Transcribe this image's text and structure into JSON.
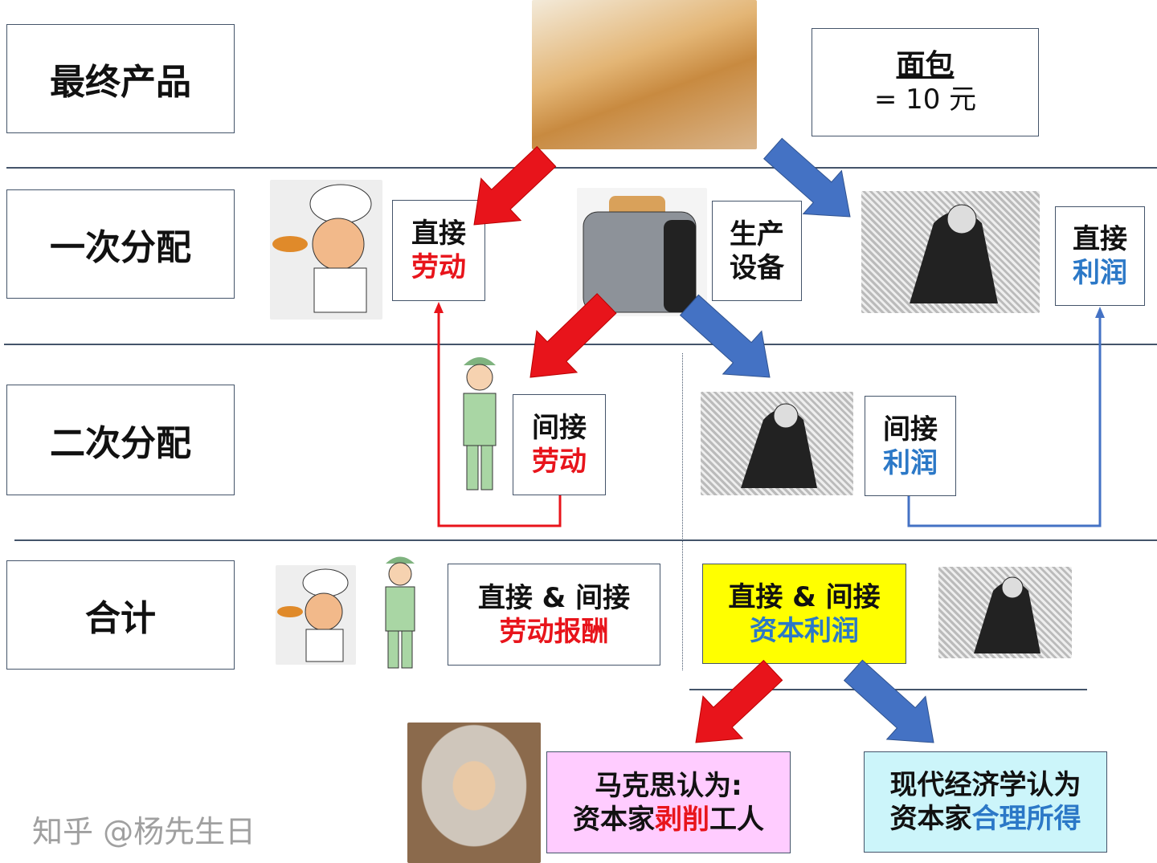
{
  "rows": {
    "final": "最终产品",
    "primary": "一次分配",
    "secondary": "二次分配",
    "total": "合计"
  },
  "bread_box": {
    "title": "面包",
    "value": "= 10 元"
  },
  "direct_labor": {
    "l1": "直接",
    "l2": "劳动"
  },
  "equipment": {
    "l1": "生产",
    "l2": "设备"
  },
  "direct_profit": {
    "l1": "直接",
    "l2": "利润"
  },
  "indirect_labor": {
    "l1": "间接",
    "l2": "劳动"
  },
  "indirect_profit": {
    "l1": "间接",
    "l2": "利润"
  },
  "total_labor": {
    "l1": "直接 & 间接",
    "l2": "劳动报酬"
  },
  "total_capital": {
    "l1": "直接 & 间接",
    "l2": "资本利润"
  },
  "marx": {
    "l1": "马克思认为:",
    "l2a": "资本家",
    "l2b": "剥削",
    "l2c": "工人"
  },
  "modern": {
    "l1": "现代经济学认为",
    "l2a": "资本家",
    "l2b": "合理所得"
  },
  "watermark": "知乎 @杨先生日",
  "colors": {
    "red": "#e8141b",
    "blue": "#4472c4",
    "yellow": "#ffff00",
    "pink": "#ffccff",
    "cyan": "#ccf5fa"
  },
  "images": {
    "bread": "bread-photo",
    "chef": "chef-cartoon",
    "toaster": "toaster-photo",
    "capitalist": "capitalist-cartoon",
    "worker": "worker-cartoon",
    "marx": "marx-portrait"
  }
}
